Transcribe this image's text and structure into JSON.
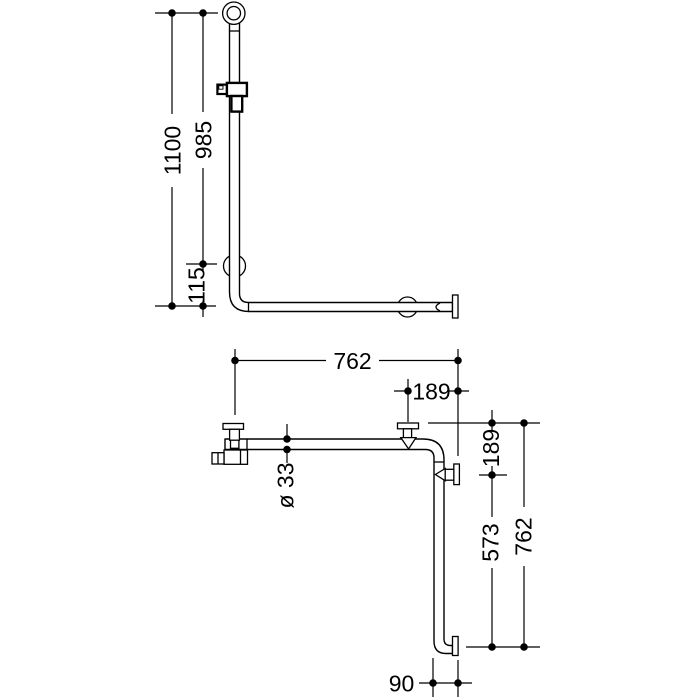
{
  "page": {
    "background": "#ffffff",
    "line_color": "#000000",
    "text_color": "#000000"
  },
  "side_view": {
    "dims": {
      "total_height": "1100",
      "top_to_lower_mount": "985",
      "lower_mount_to_rail_axis": "115"
    }
  },
  "plan_view": {
    "dims": {
      "horizontal_leg": "762",
      "mount_to_corner_wall": "189",
      "wall_to_side_mount": "189",
      "tube_diameter": "ø 33",
      "side_mount_to_end": "573",
      "vertical_leg": "762",
      "end_to_wall_offset": "90"
    }
  }
}
